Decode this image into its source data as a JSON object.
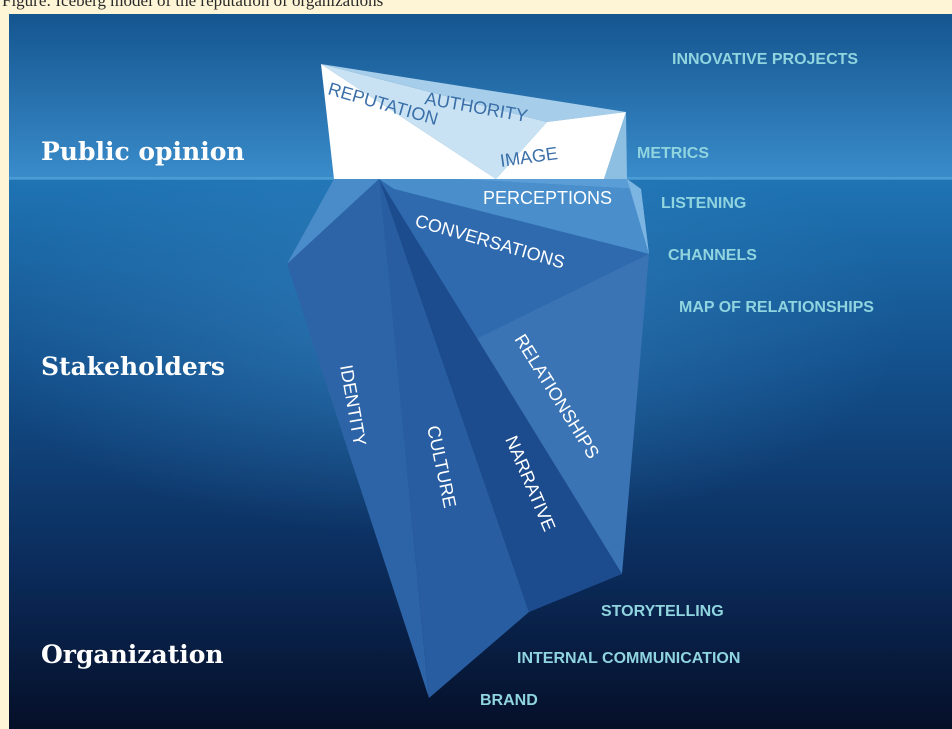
{
  "caption": "Figure: Iceberg model of the reputation of organizations",
  "levels": {
    "public_opinion": "Public opinion",
    "stakeholders": "Stakeholders",
    "organization": "Organization"
  },
  "iceberg_above_water": {
    "reputation": "REPUTATION",
    "authority": "AUTHORITY",
    "image": "IMAGE"
  },
  "iceberg_below_water": {
    "perceptions": "PERCEPTIONS",
    "conversations": "CONVERSATIONS",
    "relationships": "RELATIONSHIPS",
    "identity": "IDENTITY",
    "culture": "CULTURE",
    "narrative": "NARRATIVE"
  },
  "tools": {
    "innovative_projects": "INNOVATIVE PROJECTS",
    "metrics": "METRICS",
    "listening": "LISTENING",
    "channels": "CHANNELS",
    "map_of_relationships": "MAP OF RELATIONSHIPS",
    "storytelling": "STORYTELLING",
    "internal_communication": "INTERNAL COMMUNICATION",
    "brand": "BRAND"
  },
  "colors": {
    "sky_top": "#1a64a3",
    "sky_bottom": "#3d8fc9",
    "water_surface": "#1e6fae",
    "water_deep": "#06122e",
    "tool_text": "#8fd4df",
    "ice_above": "#ffffff",
    "ice_under": "#2f68ad"
  }
}
